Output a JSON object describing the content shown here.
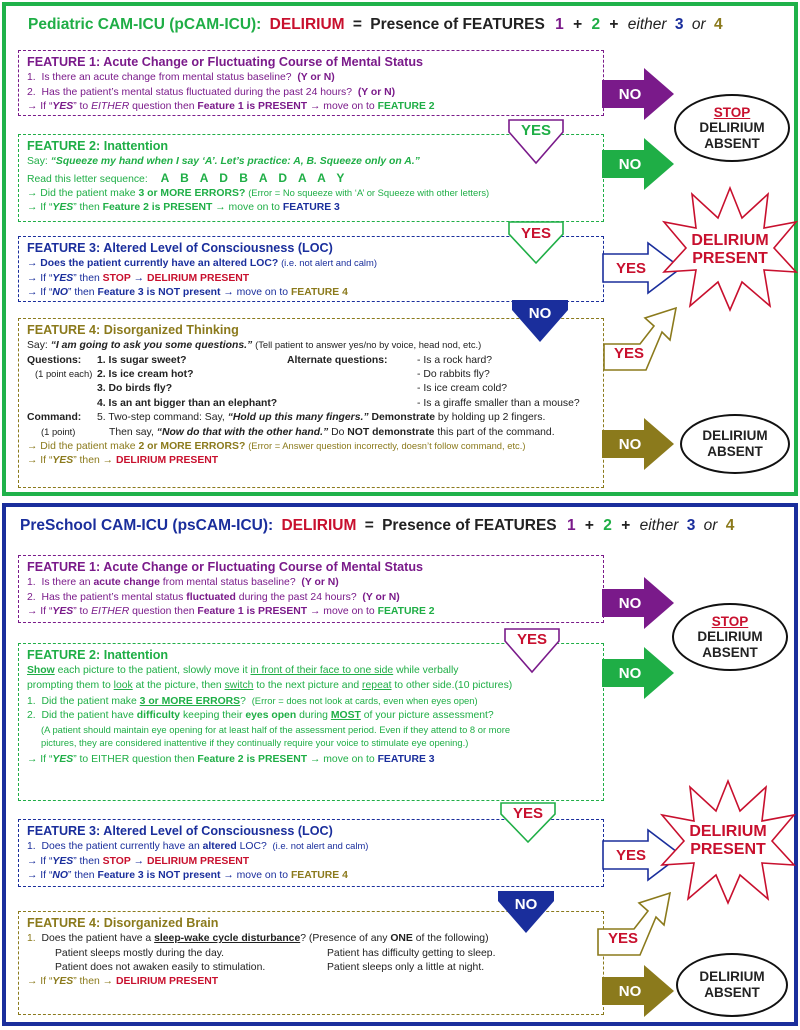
{
  "colors": {
    "green": "#1fae46",
    "purple": "#7a1a8a",
    "blue": "#1a2e9c",
    "olive": "#8b7a1c",
    "red": "#c8102e"
  },
  "p1": {
    "title": {
      "name": "Pediatric CAM-ICU (pCAM-ICU):",
      "delirium": "DELIRIUM",
      "eq": "=",
      "presence": "Presence of FEATURES",
      "n1": "1",
      "plus1": "+",
      "n2": "2",
      "plus2": "+",
      "either": "either",
      "n3": "3",
      "or": "or",
      "n4": "4"
    },
    "f1": {
      "heading": "FEATURE 1:  Acute Change or Fluctuating Course of Mental Status",
      "q1_num": "1.",
      "q1": "Is there an acute change from mental status baseline?",
      "q1_yn": "(Y or N)",
      "q2_num": "2.",
      "q2": "Has the patient’s mental status fluctuated during the past 24 hours?",
      "q2_yn": "(Y or N)",
      "r_a": "→ If “",
      "r_yes": "YES",
      "r_b": "” to",
      "r_either": "EITHER",
      "r_c": "question then",
      "r_present": "Feature 1 is PRESENT",
      "r_d": "→ move on to",
      "r_next": "FEATURE 2"
    },
    "f2": {
      "heading": "FEATURE 2:  Inattention",
      "say": "Say:",
      "say_text": "“Squeeze my hand when I say ‘A’. Let’s practice: A, B. Squeeze only on A.”",
      "read": "Read this letter sequence:",
      "letters": "A B A D B A D A A Y",
      "e_a": "→ Did the patient make",
      "e_b": "3 or MORE ERRORS?",
      "e_c": "(Error = No squeeze with ‘A’ or Squeeze with other letters)",
      "r_a": "→ If “",
      "r_yes": "YES",
      "r_b": "” then",
      "r_present": "Feature 2 is PRESENT",
      "r_c": "→ move on to",
      "r_next": "FEATURE 3"
    },
    "f3": {
      "heading": "FEATURE 3:  Altered Level of Consciousness (LOC)",
      "q_a": "→ Does the patient currently have an altered LOC?",
      "q_b": "(i.e. not alert and calm)",
      "y_a": "→ If “",
      "y_yes": "YES",
      "y_b": "” then",
      "y_stop": "STOP",
      "y_c": "→",
      "y_present": "DELIRIUM PRESENT",
      "n_a": "→ If “",
      "n_no": "NO",
      "n_b": "” then",
      "n_not": "Feature 3 is NOT present",
      "n_c": "→ move on to",
      "n_next": "FEATURE 4"
    },
    "f4": {
      "heading": "FEATURE 4:  Disorganized Thinking",
      "say": "Say:",
      "say_text": "“I am going to ask you some questions.”",
      "say_note": "(Tell patient to answer yes/no by voice, head nod, etc.)",
      "questions": "Questions:",
      "points": "(1 point each)",
      "alt": "Alternate questions:",
      "q": [
        "1. Is sugar sweet?",
        "2. Is ice cream hot?",
        "3. Do birds fly?",
        "4. Is an ant bigger than an elephant?"
      ],
      "aq": [
        "- Is a rock hard?",
        "- Do rabbits fly?",
        "- Is ice cream cold?",
        "- Is a giraffe smaller than a mouse?"
      ],
      "command": "Command:",
      "cpoint": "(1 point)",
      "c5_a": "5. Two-step command:  Say,",
      "c5_b": "“Hold up this many fingers.”",
      "c5_c": "Demonstrate",
      "c5_d": "by holding up 2 fingers.",
      "c6_a": "Then say,",
      "c6_b": "“Now do that with the other hand.”",
      "c6_c": "Do",
      "c6_d": "NOT demonstrate",
      "c6_e": "this part of the command.",
      "e_a": "→ Did the patient make",
      "e_b": "2 or MORE ERRORS?",
      "e_c": "(Error = Answer question incorrectly, doesn’t follow command, etc.)",
      "r_a": "→ If “",
      "r_yes": "YES",
      "r_b": "” then   →",
      "r_present": "DELIRIUM PRESENT"
    },
    "no1": "NO",
    "no2": "NO",
    "no3": "NO",
    "no4": "NO",
    "yes1": "YES",
    "yes2": "YES",
    "yes3": "YES",
    "yes4": "YES",
    "stop": "STOP",
    "absent1_a": "DELIRIUM",
    "absent1_b": "ABSENT",
    "star_a": "DELIRIUM",
    "star_b": "PRESENT",
    "absent2_a": "DELIRIUM",
    "absent2_b": "ABSENT"
  },
  "p2": {
    "title": {
      "name": "PreSchool CAM-ICU (psCAM-ICU):",
      "delirium": "DELIRIUM",
      "eq": "=",
      "presence": "Presence of FEATURES",
      "n1": "1",
      "plus1": "+",
      "n2": "2",
      "plus2": "+",
      "either": "either",
      "n3": "3",
      "or": "or",
      "n4": "4"
    },
    "f1": {
      "heading": "FEATURE 1:  Acute Change or Fluctuating Course of Mental Status",
      "q1_num": "1.",
      "q1_a": "Is there an",
      "q1_b": "acute change",
      "q1_c": "from mental status baseline?",
      "q1_yn": "(Y or N)",
      "q2_num": "2.",
      "q2_a": "Has the patient’s mental status",
      "q2_b": "fluctuated",
      "q2_c": "during the past 24 hours?",
      "q2_yn": "(Y or N)",
      "r_a": "→ If “",
      "r_yes": "YES",
      "r_b": "” to",
      "r_either": "EITHER",
      "r_c": "question then",
      "r_present": "Feature 1 is PRESENT",
      "r_d": "→ move on to",
      "r_next": "FEATURE 2"
    },
    "f2": {
      "heading": "FEATURE 2:  Inattention",
      "s1": "Show",
      "s2": "each picture to the patient, slowly move it",
      "s3": "in front of their face to one side",
      "s4": "while verbally",
      "s5": "prompting them to",
      "s6": "look",
      "s7": "at the picture, then",
      "s8": "switch",
      "s9": "to the next picture and",
      "s10": "repeat",
      "s11": "to other side.(10 pictures)",
      "q1_num": "1.",
      "q1_a": "Did the patient make",
      "q1_b": "3 or MORE ERRORS",
      "q1_c": "?",
      "q1_d": "(Error = does not look at cards, even when eyes open)",
      "q2_num": "2.",
      "q2_a": "Did the patient have",
      "q2_b": "difficulty",
      "q2_c": "keeping their",
      "q2_d": "eyes open",
      "q2_e": "during",
      "q2_f": "MOST",
      "q2_g": "of your picture assessment?",
      "n1": "(A patient should maintain eye opening for at least half of the assessment period.  Even if they attend to 8 or more",
      "n2": "pictures, they are considered inattentive if they continually require your voice to stimulate eye opening.)",
      "r_a": "→ If “",
      "r_yes": "YES",
      "r_b": "” to EITHER question then",
      "r_present": "Feature 2 is PRESENT",
      "r_c": "→ move on to",
      "r_next": "FEATURE 3"
    },
    "f3": {
      "heading": "FEATURE 3:  Altered Level of Consciousness (LOC)",
      "q_num": "1.",
      "q_a": "Does the patient currently have an",
      "q_b": "altered",
      "q_c": "LOC?",
      "q_d": "(i.e. not alert and calm)",
      "y_a": "→ If “",
      "y_yes": "YES",
      "y_b": "” then",
      "y_stop": "STOP",
      "y_c": "→",
      "y_present": "DELIRIUM PRESENT",
      "n_a": "→ If “",
      "n_no": "NO",
      "n_b": "” then",
      "n_not": "Feature 3 is NOT present",
      "n_c": "→ move on to",
      "n_next": "FEATURE 4"
    },
    "f4": {
      "heading": "FEATURE 4:  Disorganized Brain",
      "q_num": "1.",
      "q_a": "Does the patient have a",
      "q_b": "sleep-wake cycle disturbance",
      "q_c": "? (Presence of any",
      "q_d": "ONE",
      "q_e": "of the following)",
      "o1": "Patient sleeps mostly during the day.",
      "o2": "Patient has difficulty getting to sleep.",
      "o3": "Patient does not awaken easily to stimulation.",
      "o4": "Patient sleeps only a little at night.",
      "r_a": "→ If “",
      "r_yes": "YES",
      "r_b": "” then   →",
      "r_present": "DELIRIUM PRESENT"
    },
    "no1": "NO",
    "no2": "NO",
    "no3": "NO",
    "no4": "NO",
    "yes1": "YES",
    "yes2": "YES",
    "yes3": "YES",
    "yes4": "YES",
    "stop": "STOP",
    "absent1_a": "DELIRIUM",
    "absent1_b": "ABSENT",
    "star_a": "DELIRIUM",
    "star_b": "PRESENT",
    "absent2_a": "DELIRIUM",
    "absent2_b": "ABSENT"
  }
}
